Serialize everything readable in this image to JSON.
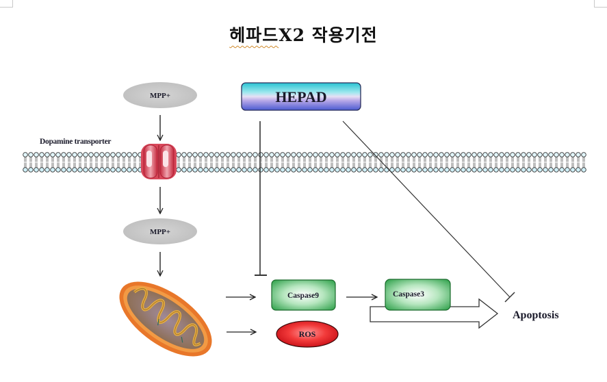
{
  "document": {
    "title_underlined": "헤파드",
    "title_rest": "X2 작용기전"
  },
  "diagram": {
    "nodes": {
      "mpp_outside": "MPP+",
      "mpp_inside": "MPP+",
      "hepad": "HEPAD",
      "transporter_label": "Dopamine transporter",
      "caspase9": "Caspase9",
      "caspase3": "Caspase3",
      "ros": "ROS",
      "apoptosis": "Apoptosis"
    },
    "edges": [
      {
        "from": "mpp_outside",
        "to": "dopamine_transporter",
        "type": "activates"
      },
      {
        "from": "dopamine_transporter",
        "to": "mpp_inside",
        "type": "activates"
      },
      {
        "from": "mpp_inside",
        "to": "mitochondrion",
        "type": "activates"
      },
      {
        "from": "mitochondrion",
        "to": "caspase9",
        "type": "activates"
      },
      {
        "from": "mitochondrion",
        "to": "ros",
        "type": "activates"
      },
      {
        "from": "caspase9",
        "to": "caspase3",
        "type": "activates"
      },
      {
        "from": "caspase3",
        "to": "apoptosis",
        "type": "activates"
      },
      {
        "from": "hepad",
        "to": "caspase9",
        "type": "inhibits"
      },
      {
        "from": "hepad",
        "to": "apoptosis",
        "type": "inhibits"
      }
    ],
    "colors": {
      "mpp_fill": "#c8c8c8",
      "hepad_top": "#2ec4d4",
      "hepad_bottom": "#6a6ad8",
      "caspase_fill": "#2ea84a",
      "ros_fill": "#e8141e",
      "transporter_fill": "#d8485a",
      "mitochondrion_outer": "#e8772a",
      "membrane_head": "#d8f4fa"
    }
  }
}
